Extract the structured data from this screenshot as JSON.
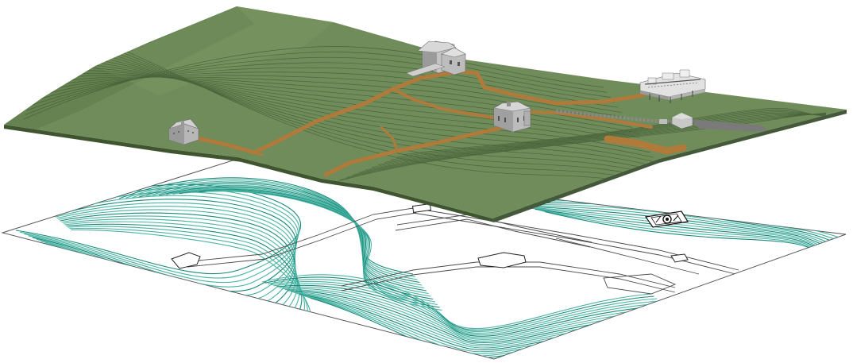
{
  "scene": {
    "colors": {
      "background": "#ffffff",
      "terrain": "#6f8c5a",
      "terrain_dark": "#4d6a3c",
      "terrain_line": "#3f5732",
      "path": "#b07a3a",
      "building": "#b9b9b9",
      "building_dark": "#7d7d7d",
      "contour": "#178a7a",
      "contour_light": "#49b3a3",
      "plan_line": "#444444"
    },
    "layers": [
      "terrain-model",
      "contour-plan"
    ],
    "buildings": [
      "barn",
      "farmhouse",
      "cottage",
      "villa",
      "gatehouse"
    ]
  }
}
